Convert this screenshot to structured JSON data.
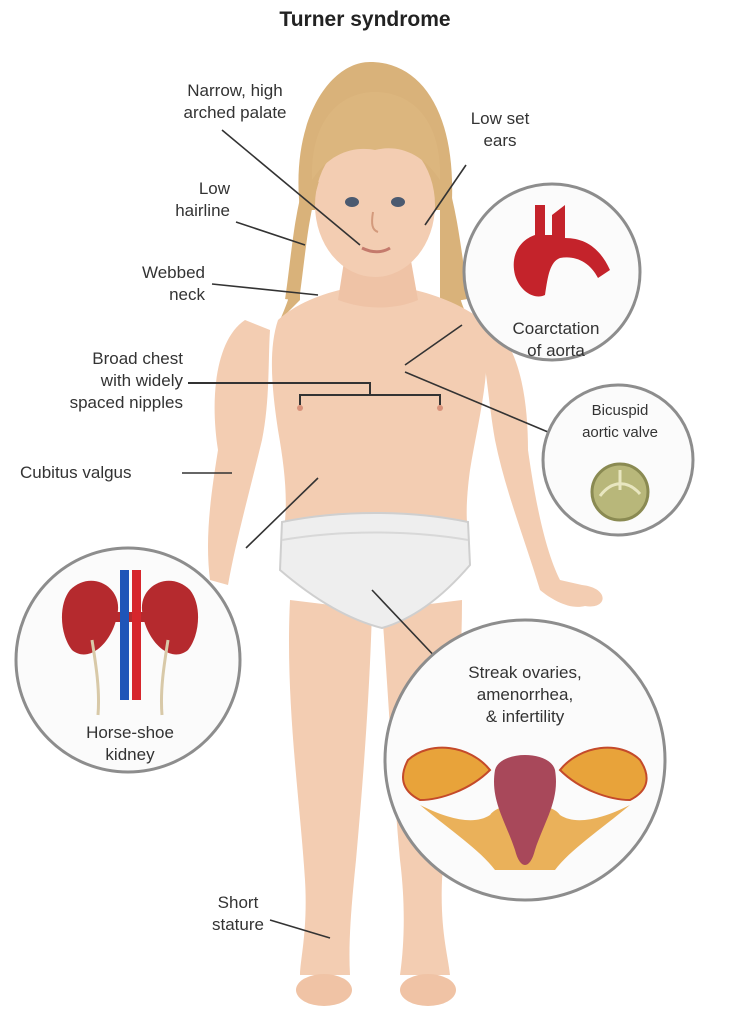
{
  "title": "Turner syndrome",
  "labels": {
    "palate": "Narrow, high\narched palate",
    "ears": "Low set\nears",
    "hairline": "Low\nhairline",
    "neck": "Webbed\nneck",
    "chest": "Broad chest\nwith widely\nspaced nipples",
    "cubitus": "Cubitus valgus",
    "aorta": "Coarctation\nof aorta",
    "valve": "Bicuspid\naortic valve",
    "kidney": "Horse-shoe\nkidney",
    "ovaries": "Streak ovaries,\namenorrhea,\n& infertility",
    "stature": "Short\nstature"
  },
  "colors": {
    "skin": "#f3cdb2",
    "skin_shadow": "#e2ab8c",
    "hair": "#d9b27a",
    "underwear": "#eeeeee",
    "aorta": "#c4232b",
    "kidney": "#b52a2e",
    "ovary": "#e8a33a",
    "uterus": "#a8485a",
    "valve": "#b8b77a"
  }
}
